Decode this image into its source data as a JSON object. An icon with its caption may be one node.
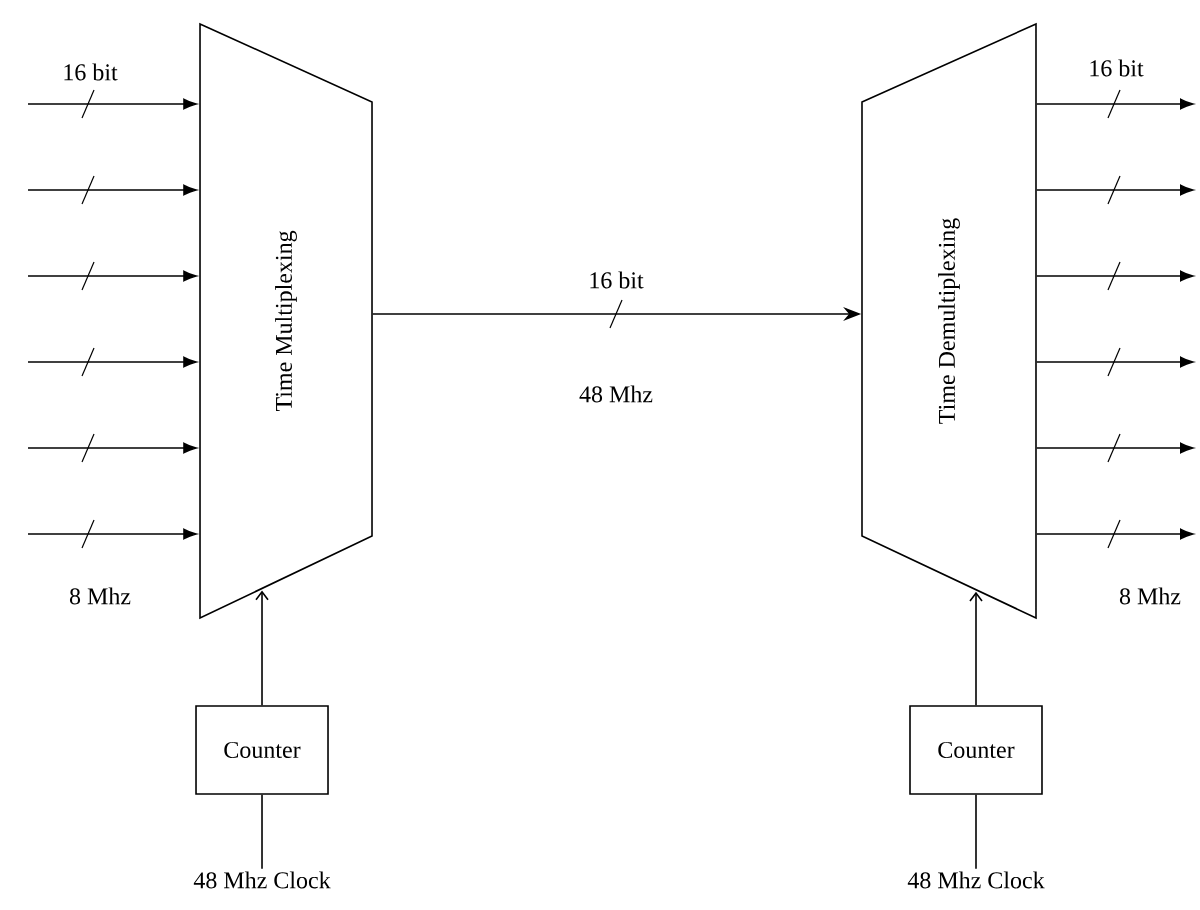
{
  "diagram": {
    "nodes": [
      {
        "text": [
          "Time Multiplexing"
        ]
      },
      {
        "text": [
          "Time Demultiplexing"
        ]
      },
      {
        "text": [
          "Counter"
        ]
      },
      {
        "text": [
          "Counter"
        ]
      },
      {
        "text": [
          "48 Mhz Clock"
        ]
      },
      {
        "text": [
          "48 Mhz Clock"
        ]
      }
    ],
    "edges": [
      {
        "from": null,
        "to": 0,
        "arrow": "to"
      },
      {
        "from": null,
        "to": 0,
        "arrow": "to"
      },
      {
        "from": null,
        "to": 0,
        "arrow": "to"
      },
      {
        "from": null,
        "to": 0,
        "arrow": "to"
      },
      {
        "from": null,
        "to": 0,
        "arrow": "to"
      },
      {
        "from": null,
        "to": 0,
        "arrow": "to"
      },
      {
        "from": 1,
        "to": null,
        "arrow": "to"
      },
      {
        "from": 1,
        "to": null,
        "arrow": "to"
      },
      {
        "from": 1,
        "to": null,
        "arrow": "to"
      },
      {
        "from": 1,
        "to": null,
        "arrow": "to"
      },
      {
        "from": 1,
        "to": null,
        "arrow": "to"
      },
      {
        "from": 1,
        "to": null,
        "arrow": "to"
      },
      {
        "from": 0,
        "to": 1,
        "arrow": "to",
        "label": "16 bit"
      },
      {
        "from": 2,
        "to": 0,
        "arrow": "to"
      },
      {
        "from": 3,
        "to": 1,
        "arrow": "to"
      },
      {
        "from": 4,
        "to": 2,
        "arrow": "none"
      },
      {
        "from": 5,
        "to": 3,
        "arrow": "none"
      }
    ],
    "labels": [
      "16 bit",
      "16 bit",
      "48 Mhz",
      "8 Mhz",
      "8 Mhz"
    ]
  }
}
